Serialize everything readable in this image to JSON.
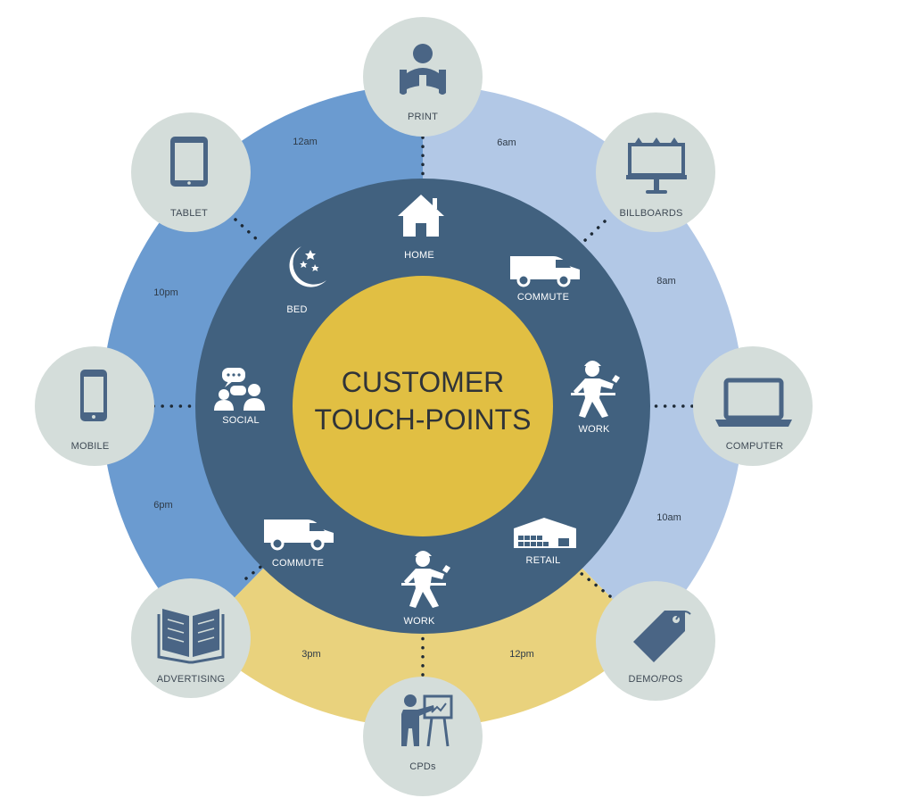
{
  "diagram": {
    "title_line1": "CUSTOMER",
    "title_line2": "TOUCH-POINTS",
    "colors": {
      "ring_blue": "#6b9bd0",
      "ring_lightblue": "#b2c8e6",
      "ring_yellow": "#e9d27d",
      "inner_dark": "#41617f",
      "center_yellow": "#e1bf43",
      "touchpoint_circle": "#d4ddda",
      "icon": "#4a6585"
    },
    "outer_touchpoints": [
      {
        "label": "PRINT",
        "icon": "reader-icon"
      },
      {
        "label": "BILLBOARDS",
        "icon": "billboard-icon"
      },
      {
        "label": "COMPUTER",
        "icon": "laptop-icon"
      },
      {
        "label": "DEMO/POS",
        "icon": "price-tag-icon"
      },
      {
        "label": "CPDs",
        "icon": "presenter-icon"
      },
      {
        "label": "ADVERTISING",
        "icon": "open-book-icon"
      },
      {
        "label": "MOBILE",
        "icon": "smartphone-icon"
      },
      {
        "label": "TABLET",
        "icon": "tablet-icon"
      }
    ],
    "times": [
      "12am",
      "6am",
      "8am",
      "10am",
      "12pm",
      "3pm",
      "6pm",
      "10pm"
    ],
    "inner_activities": [
      {
        "label": "HOME",
        "icon": "house-icon"
      },
      {
        "label": "COMMUTE",
        "icon": "van-icon"
      },
      {
        "label": "WORK",
        "icon": "worker-icon"
      },
      {
        "label": "RETAIL",
        "icon": "warehouse-icon"
      },
      {
        "label": "WORK",
        "icon": "worker-icon"
      },
      {
        "label": "COMMUTE",
        "icon": "van-icon"
      },
      {
        "label": "SOCIAL",
        "icon": "chat-people-icon"
      },
      {
        "label": "BED",
        "icon": "moon-icon"
      }
    ]
  }
}
